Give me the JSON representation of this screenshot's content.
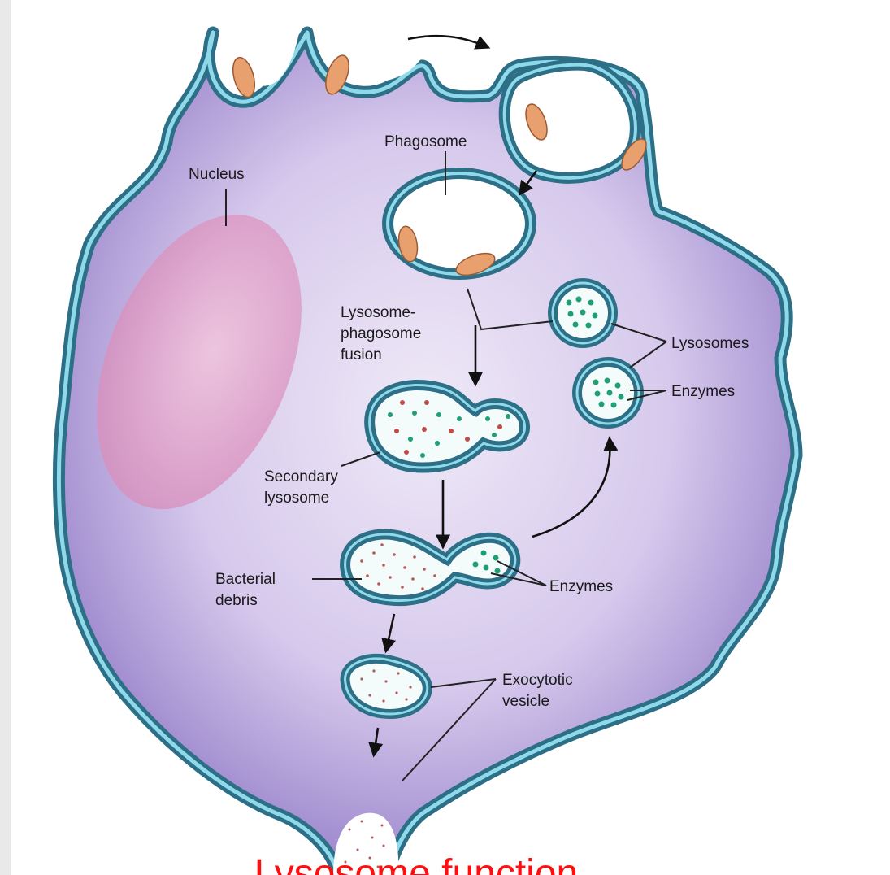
{
  "colors": {
    "cytoplasm": "#c9b9e6",
    "cytoplasm_dark": "#9c86cf",
    "membrane": "#2d6f86",
    "membrane_light": "#7fd3e6",
    "nucleus": "#e2a9cc",
    "bacterium": "#e9a06f",
    "enzyme": "#1f9f73",
    "caption": "#ff1010"
  },
  "labels": {
    "nucleus": "Nucleus",
    "phagosome": "Phagosome",
    "fusion_1": "Lysosome-",
    "fusion_2": "phagosome",
    "fusion_3": "fusion",
    "lysosomes": "Lysosomes",
    "enzymes_top": "Enzymes",
    "secondary_1": "Secondary",
    "secondary_2": "lysosome",
    "debris_1": "Bacterial",
    "debris_2": "debris",
    "enzymes_bottom": "Enzymes",
    "exocytotic_1": "Exocytotic",
    "exocytotic_2": "vesicle"
  },
  "caption": "Lysosome function"
}
